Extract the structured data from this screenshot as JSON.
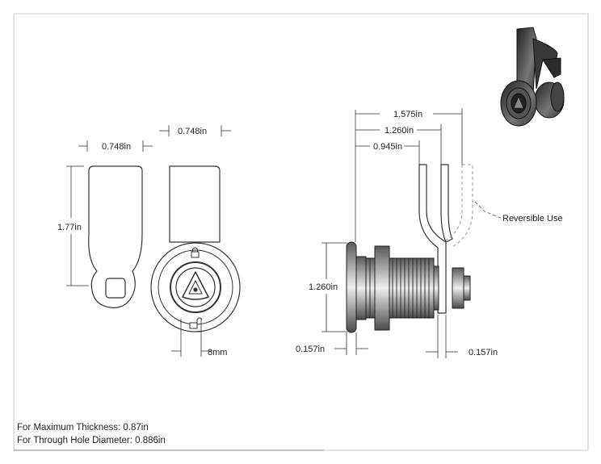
{
  "dimensions": {
    "flat_width": "0.748in",
    "hook_width": "0.748in",
    "cam_length": "1.77in",
    "stem": "8mm",
    "overall": "1.575in",
    "mid": "1.260in",
    "short": "0.945in",
    "body_dia": "1.260in",
    "flange": "0.157in",
    "cam_thk": "0.157in"
  },
  "callout": "Reversible Use",
  "notes": {
    "max_thickness": "For Maximum Thickness: 0.87in",
    "through_hole": "For Through Hole Diameter: 0.886in"
  },
  "icons": {
    "lock": "padlock-closed-icon",
    "unlock": "padlock-open-icon"
  }
}
